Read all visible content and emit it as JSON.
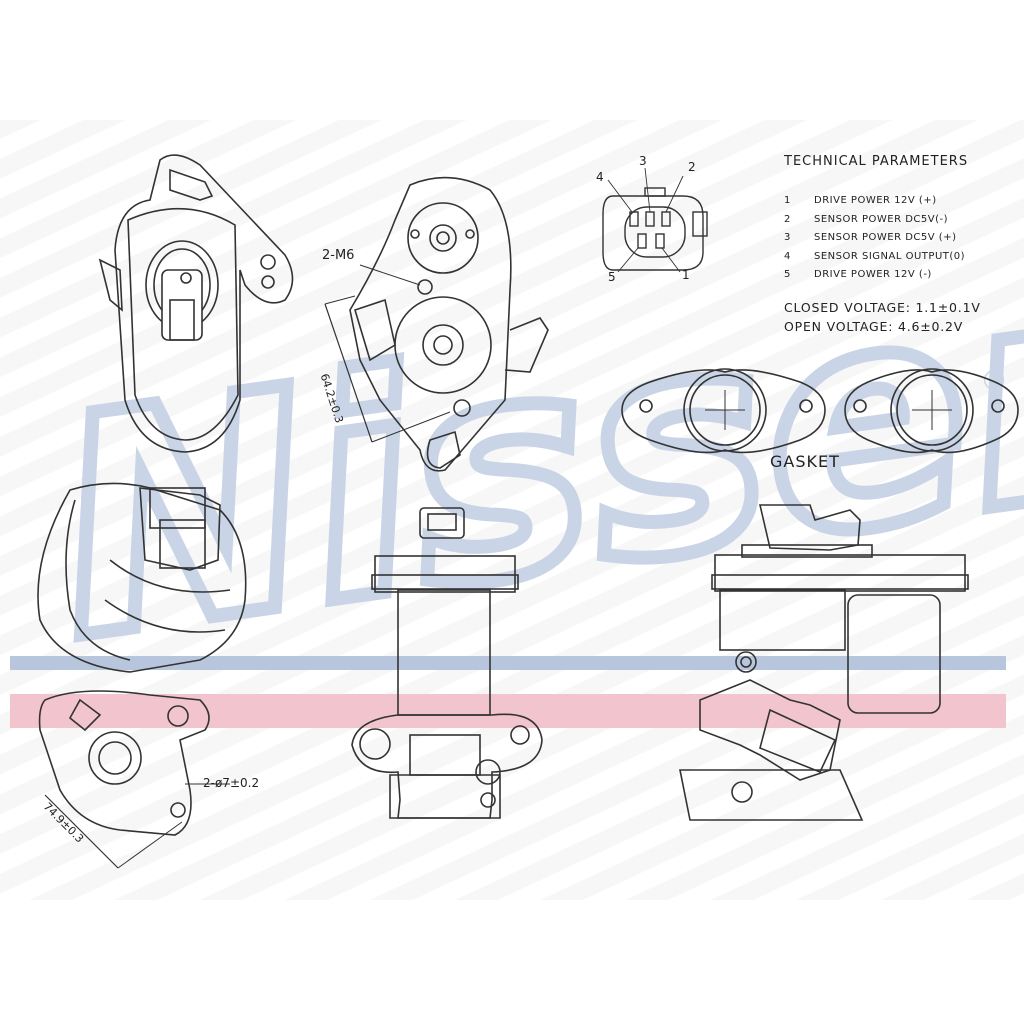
{
  "watermark": {
    "text": "Nissens",
    "registered_mark": "®",
    "wordmark_color": "#c9d5e6",
    "stripe_blue": "#b7c6dd",
    "stripe_red": "#f2c4cd"
  },
  "technical_parameters": {
    "title": "TECHNICAL  PARAMETERS",
    "rows": [
      {
        "num": "1",
        "text": "DRIVE POWER 12V (+)"
      },
      {
        "num": "2",
        "text": "SENSOR POWER DC5V(-)"
      },
      {
        "num": "3",
        "text": "SENSOR POWER DC5V (+)"
      },
      {
        "num": "4",
        "text": "SENSOR SIGNAL OUTPUT(0)"
      },
      {
        "num": "5",
        "text": "DRIVE POWER 12V (-)"
      }
    ],
    "closed_voltage": "CLOSED VOLTAGE: 1.1±0.1V",
    "open_voltage": "OPEN VOLTAGE: 4.6±0.2V"
  },
  "connector": {
    "pins": [
      "3",
      "2",
      "4",
      "5",
      "1"
    ]
  },
  "labels": {
    "bolts": "2-M6",
    "dim_top": "64.2±0.3",
    "holes": "2-ø7±0.2",
    "dim_bottom": "74.9±0.3",
    "gasket": "GASKET"
  }
}
